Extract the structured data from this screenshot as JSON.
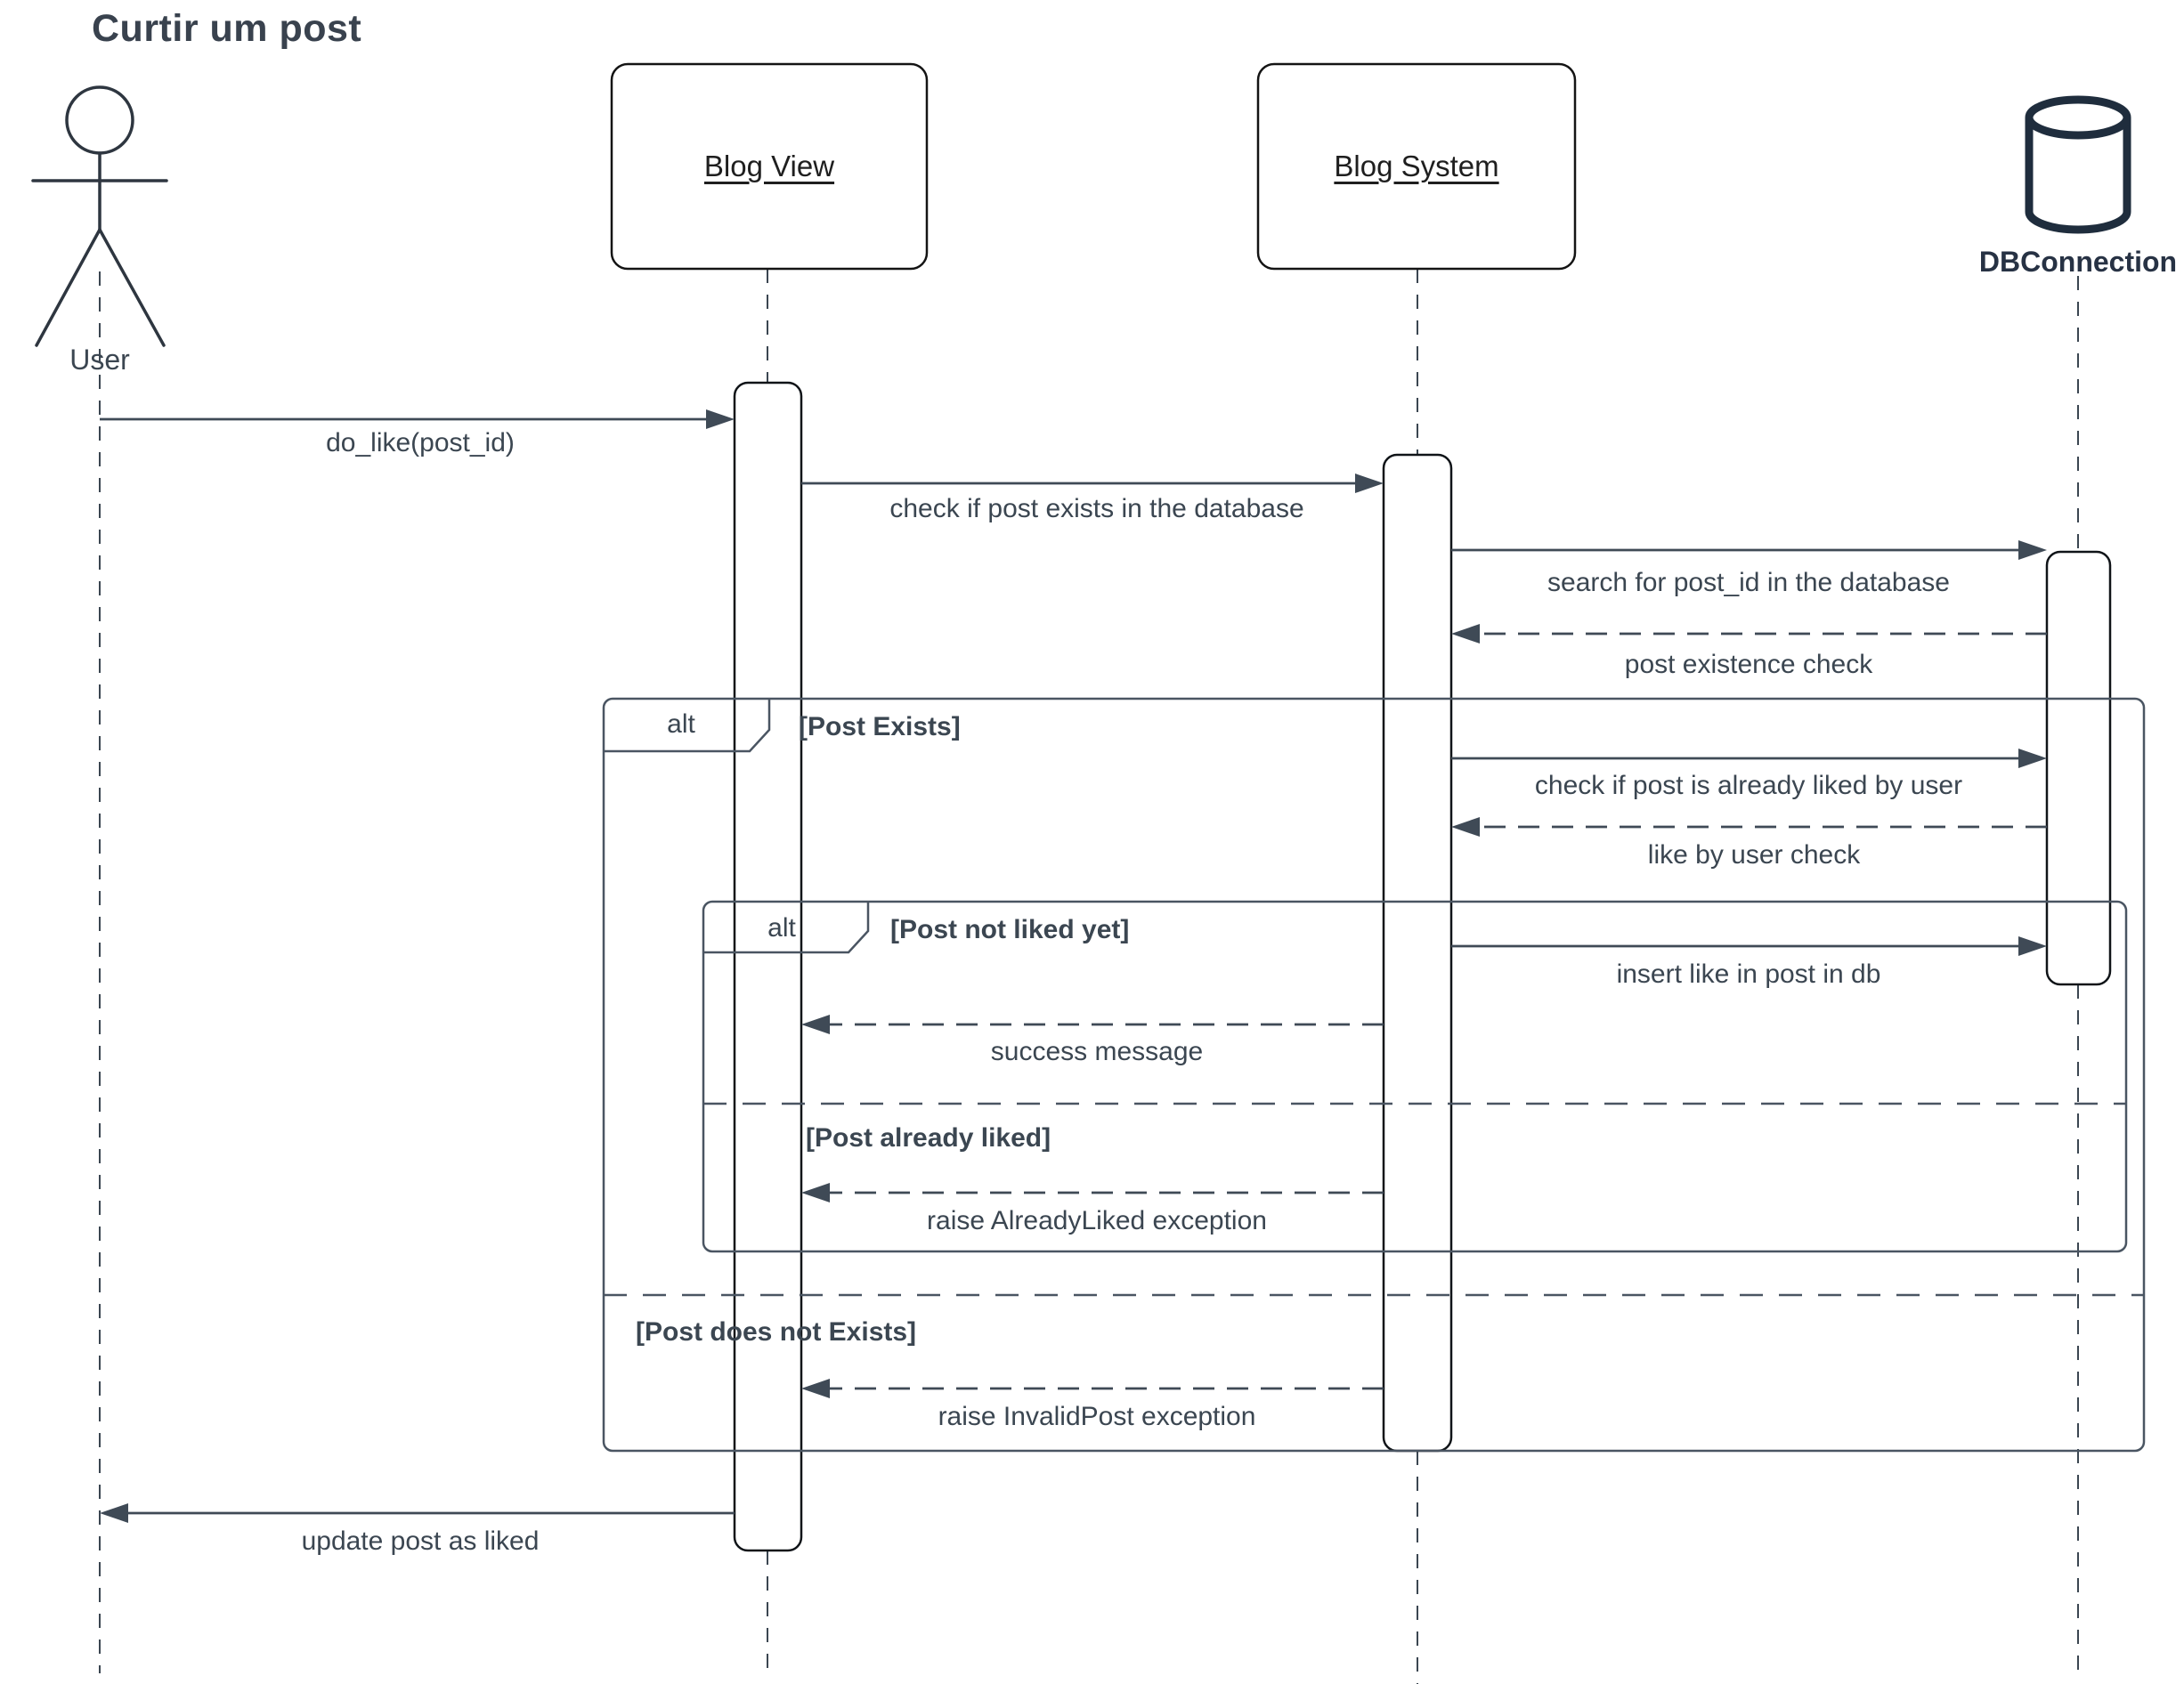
{
  "title": "Curtir um post",
  "colors": {
    "background": "#ffffff",
    "text": "#3b4651",
    "title": "#39424e",
    "arrow": "#3f4a56",
    "box_border": "#141414",
    "fragment_border": "#4a5562",
    "db_icon": "#1f2d3d"
  },
  "participants": [
    {
      "id": "user",
      "kind": "actor",
      "label": "User"
    },
    {
      "id": "blog-view",
      "kind": "object",
      "label": "Blog View"
    },
    {
      "id": "blog-system",
      "kind": "object",
      "label": "Blog System"
    },
    {
      "id": "db-connection",
      "kind": "database",
      "label": "DBConnection"
    }
  ],
  "messages": [
    {
      "from": "User",
      "to": "Blog View",
      "style": "solid",
      "label": "do_like(post_id)"
    },
    {
      "from": "Blog View",
      "to": "Blog System",
      "style": "solid",
      "label": "check if post exists in the database"
    },
    {
      "from": "Blog System",
      "to": "DBConnection",
      "style": "solid",
      "label": "search for post_id in the database"
    },
    {
      "from": "DBConnection",
      "to": "Blog System",
      "style": "dashed",
      "label": "post existence check"
    },
    {
      "from": "Blog System",
      "to": "DBConnection",
      "style": "solid",
      "label": "check if post is already liked by user"
    },
    {
      "from": "DBConnection",
      "to": "Blog System",
      "style": "dashed",
      "label": "like by user check"
    },
    {
      "from": "Blog System",
      "to": "DBConnection",
      "style": "solid",
      "label": "insert like in post in db"
    },
    {
      "from": "Blog System",
      "to": "Blog View",
      "style": "dashed",
      "label": "success message"
    },
    {
      "from": "Blog System",
      "to": "Blog View",
      "style": "dashed",
      "label": "raise AlreadyLiked exception"
    },
    {
      "from": "Blog System",
      "to": "Blog View",
      "style": "dashed",
      "label": "raise InvalidPost exception"
    },
    {
      "from": "Blog View",
      "to": "User",
      "style": "solid",
      "label": "update post as liked"
    }
  ],
  "fragments": [
    {
      "operator": "alt",
      "guard1": "[Post Exists]",
      "guard2": "[Post does not Exists]"
    },
    {
      "operator": "alt",
      "guard1": "[Post not liked yet]",
      "guard2": "[Post already liked]"
    }
  ]
}
